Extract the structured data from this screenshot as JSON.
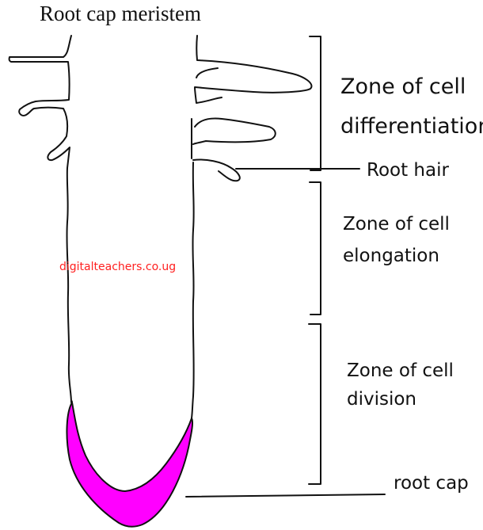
{
  "diagram": {
    "title": "Root cap meristem",
    "labels": {
      "zone_differentiation_line1": "Zone of cell",
      "zone_differentiation_line2": "differentiation",
      "root_hair": "Root hair",
      "zone_elongation_line1": "Zone of cell",
      "zone_elongation_line2": "elongation",
      "zone_division_line1": "Zone of cell",
      "zone_division_line2": "division",
      "root_cap": "root cap"
    },
    "watermark": "digitalteachers.co.ug",
    "colors": {
      "root_cap_fill": "#ff00ff",
      "outline": "#111111",
      "watermark": "#ff2020"
    }
  }
}
